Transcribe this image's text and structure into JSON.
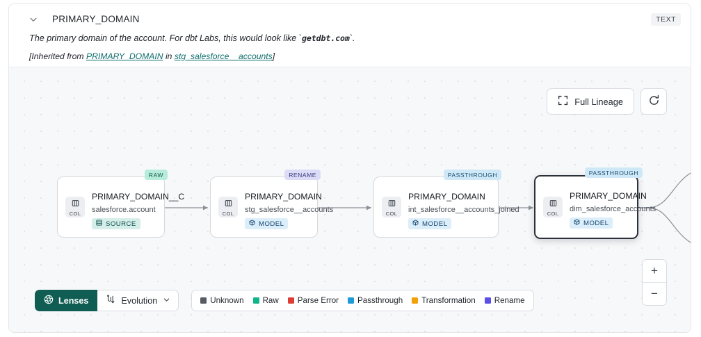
{
  "header": {
    "collapse_icon": "chevron-down-icon",
    "title": "PRIMARY_DOMAIN",
    "type_badge": "TEXT",
    "description_prefix": "The primary domain of the account. For dbt Labs, this would look like `",
    "description_code": "getdbt.com",
    "description_suffix": "`.",
    "inherited_prefix": "[Inherited from ",
    "inherited_link": "PRIMARY_DOMAIN",
    "inherited_middle": " in ",
    "inherited_source": "stg_salesforce__accounts",
    "inherited_suffix": "]"
  },
  "toolbar": {
    "full_lineage_label": "Full Lineage",
    "full_lineage_icon": "expand-icon",
    "refresh_icon": "refresh-icon"
  },
  "zoom_controls": {
    "zoom_in": "+",
    "zoom_out": "−"
  },
  "graph": {
    "nodes": [
      {
        "tag": "RAW",
        "tag_style": "raw",
        "chip_label": "COL",
        "title": "PRIMARY_DOMAIN__C",
        "subtitle": "salesforce.account",
        "kind": "SOURCE",
        "kind_style": "source",
        "selected": false
      },
      {
        "tag": "RENAME",
        "tag_style": "rename",
        "chip_label": "COL",
        "title": "PRIMARY_DOMAIN",
        "subtitle": "stg_salesforce__accounts",
        "kind": "MODEL",
        "kind_style": "model",
        "selected": false
      },
      {
        "tag": "PASSTHROUGH",
        "tag_style": "pass",
        "chip_label": "COL",
        "title": "PRIMARY_DOMAIN",
        "subtitle": "int_salesforce__accounts_joined",
        "kind": "MODEL",
        "kind_style": "model",
        "selected": false
      },
      {
        "tag": "PASSTHROUGH",
        "tag_style": "pass",
        "chip_label": "COL",
        "title": "PRIMARY_DOMAIN",
        "subtitle": "dim_salesforce_accounts",
        "kind": "MODEL",
        "kind_style": "model",
        "selected": true
      }
    ]
  },
  "bottom_bar": {
    "lenses_label": "Lenses",
    "lenses_icon": "lens-aperture-icon",
    "evolution_label": "Evolution",
    "evolution_icon": "evolution-branch-icon",
    "evolution_caret": "chevron-down-icon",
    "legend": [
      {
        "label": "Unknown",
        "color": "#565c64"
      },
      {
        "label": "Raw",
        "color": "#12b48c"
      },
      {
        "label": "Parse Error",
        "color": "#e03c36"
      },
      {
        "label": "Passthrough",
        "color": "#1d9bd8"
      },
      {
        "label": "Transformation",
        "color": "#f2a007"
      },
      {
        "label": "Rename",
        "color": "#5a50e8"
      }
    ]
  }
}
